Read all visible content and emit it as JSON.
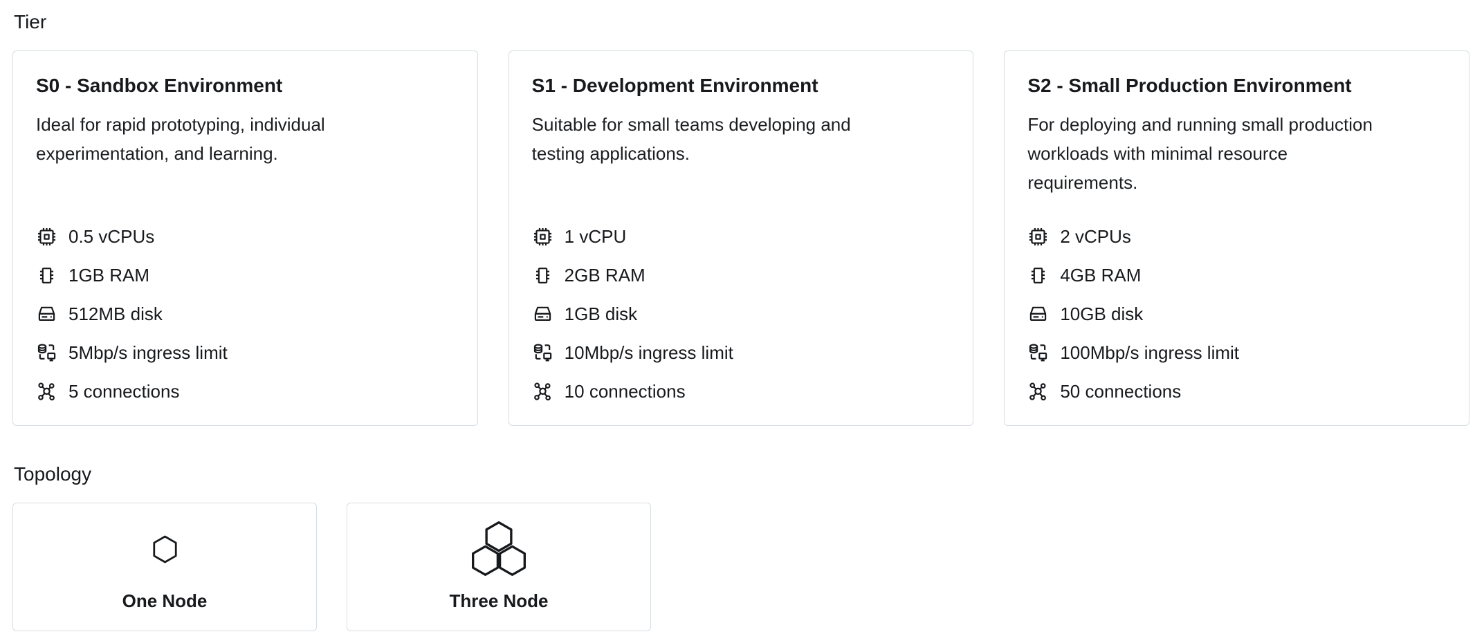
{
  "colors": {
    "background": "#ffffff",
    "card_border": "#d7dde2",
    "text": "#17191c",
    "icon_stroke": "#17191c"
  },
  "tier": {
    "label": "Tier",
    "options": [
      {
        "title": "S0 - Sandbox Environment",
        "description": "Ideal for rapid prototyping, individual experimentation, and learning.",
        "specs": [
          {
            "icon": "cpu-icon",
            "text": "0.5 vCPUs"
          },
          {
            "icon": "ram-icon",
            "text": "1GB RAM"
          },
          {
            "icon": "disk-icon",
            "text": "512MB disk"
          },
          {
            "icon": "ingress-icon",
            "text": "5Mbp/s ingress limit"
          },
          {
            "icon": "connections-icon",
            "text": "5 connections"
          }
        ]
      },
      {
        "title": "S1 - Development Environment",
        "description": "Suitable for small teams developing and testing applications.",
        "specs": [
          {
            "icon": "cpu-icon",
            "text": "1 vCPU"
          },
          {
            "icon": "ram-icon",
            "text": "2GB RAM"
          },
          {
            "icon": "disk-icon",
            "text": "1GB disk"
          },
          {
            "icon": "ingress-icon",
            "text": "10Mbp/s ingress limit"
          },
          {
            "icon": "connections-icon",
            "text": "10 connections"
          }
        ]
      },
      {
        "title": "S2 - Small Production Environment",
        "description": "For deploying and running small production workloads with minimal resource requirements.",
        "specs": [
          {
            "icon": "cpu-icon",
            "text": "2 vCPUs"
          },
          {
            "icon": "ram-icon",
            "text": "4GB RAM"
          },
          {
            "icon": "disk-icon",
            "text": "10GB disk"
          },
          {
            "icon": "ingress-icon",
            "text": "100Mbp/s ingress limit"
          },
          {
            "icon": "connections-icon",
            "text": "50 connections"
          }
        ]
      }
    ]
  },
  "topology": {
    "label": "Topology",
    "options": [
      {
        "icon": "one-node-icon",
        "title": "One Node"
      },
      {
        "icon": "three-node-icon",
        "title": "Three Node"
      }
    ]
  }
}
